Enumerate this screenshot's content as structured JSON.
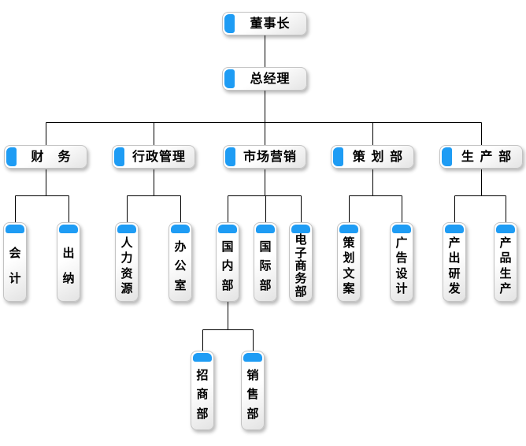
{
  "colors": {
    "accent_blue": "#1e9cf4",
    "line": "#000000",
    "page_bg": "#ffffff"
  },
  "org_chart": {
    "chairman": {
      "label": "董事长"
    },
    "general_manager": {
      "label": "总经理"
    },
    "departments": [
      {
        "label": "财　务",
        "children": [
          {
            "label": "会计"
          },
          {
            "label": "出纳"
          }
        ]
      },
      {
        "label": "行政管理",
        "children": [
          {
            "label": "人力资源"
          },
          {
            "label": "办公室"
          }
        ]
      },
      {
        "label": "市场营销",
        "children": [
          {
            "label": "国内部",
            "children": [
              {
                "label": "招商部"
              },
              {
                "label": "销售部"
              }
            ]
          },
          {
            "label": "国际部"
          },
          {
            "label": "电子商务部"
          }
        ]
      },
      {
        "label": "策 划 部",
        "children": [
          {
            "label": "策划文案"
          },
          {
            "label": "广告设计"
          }
        ]
      },
      {
        "label": "生 产 部",
        "children": [
          {
            "label": "产出研发"
          },
          {
            "label": "产品生产"
          }
        ]
      }
    ]
  }
}
